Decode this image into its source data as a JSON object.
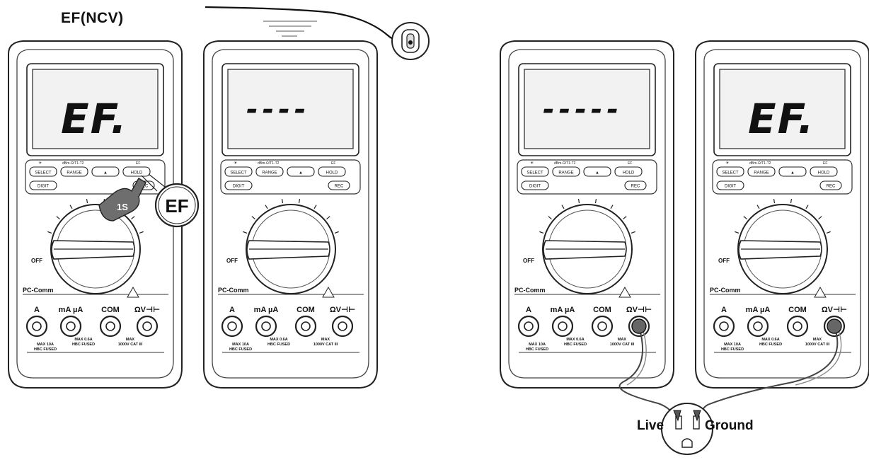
{
  "title": "EF(NCV)",
  "meters": [
    {
      "lcd": "EF."
    },
    {
      "lcd": "----"
    },
    {
      "lcd": "-----"
    },
    {
      "lcd": "EF."
    }
  ],
  "buttons": {
    "select": "SELECT",
    "range": "RANGE",
    "up": "▲",
    "hold": "HOLD",
    "hold_above": "EF",
    "select_above": "☀",
    "range_above": "dBm-Ω/T1-T2",
    "digit": "DIGIT",
    "rec": "REC"
  },
  "dial": {
    "off": "OFF",
    "pc_comm": "PC-Comm"
  },
  "terminals": {
    "a": "A",
    "ma_ua": "mA µA",
    "com": "COM",
    "v": "ΩV⊣⊢",
    "max1": "MAX 10A",
    "fused1": "HBC FUSED",
    "max2": "MAX 0.6A",
    "fused2": "HBC FUSED",
    "max3": "MAX",
    "cat": "1000V CAT III"
  },
  "callouts": {
    "press": "1S",
    "ef": "EF"
  },
  "outlet": {
    "live": "Live",
    "ground": "Ground"
  }
}
